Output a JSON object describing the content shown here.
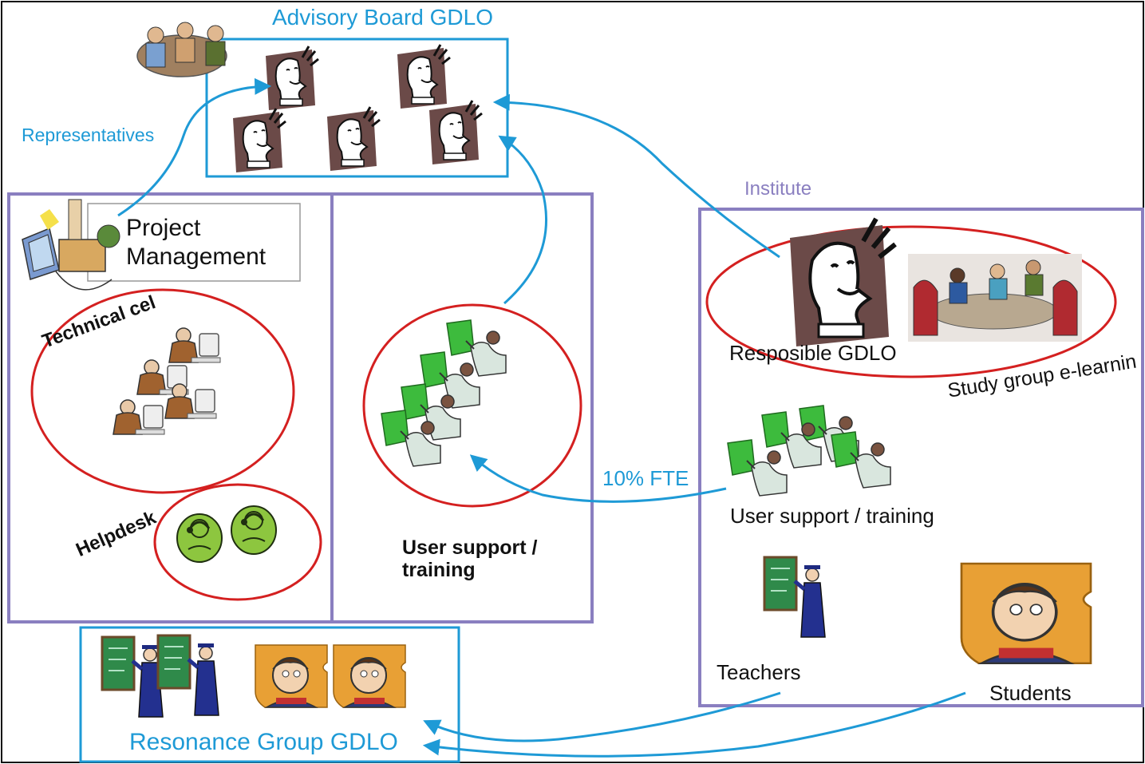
{
  "advisory_board": {
    "title": "Advisory Board GDLO"
  },
  "representatives": "Representatives",
  "institute": {
    "label": "Institute",
    "responsible": "Resposible GDLO",
    "study_group": "Study group e-learnin",
    "user_support": "User support / training",
    "teachers": "Teachers",
    "students": "Students"
  },
  "project_management": {
    "line1": "Project",
    "line2": "Management"
  },
  "technical_cel": "Technical cel",
  "helpdesk": "Helpdesk",
  "center_user_support": {
    "line1": "User support /",
    "line2": "training"
  },
  "fte": "10% FTE",
  "resonance_group": {
    "title": "Resonance Group GDLO"
  },
  "colors": {
    "blue": "#1e9ad6",
    "purple": "#8a7fc0",
    "red": "#d42020",
    "face_brown": "#6b4a48",
    "screen_green": "#3dbb3d",
    "helpdesk_green": "#8dc63f",
    "student_orange": "#e8a035",
    "board_green": "#2f8a4a"
  }
}
